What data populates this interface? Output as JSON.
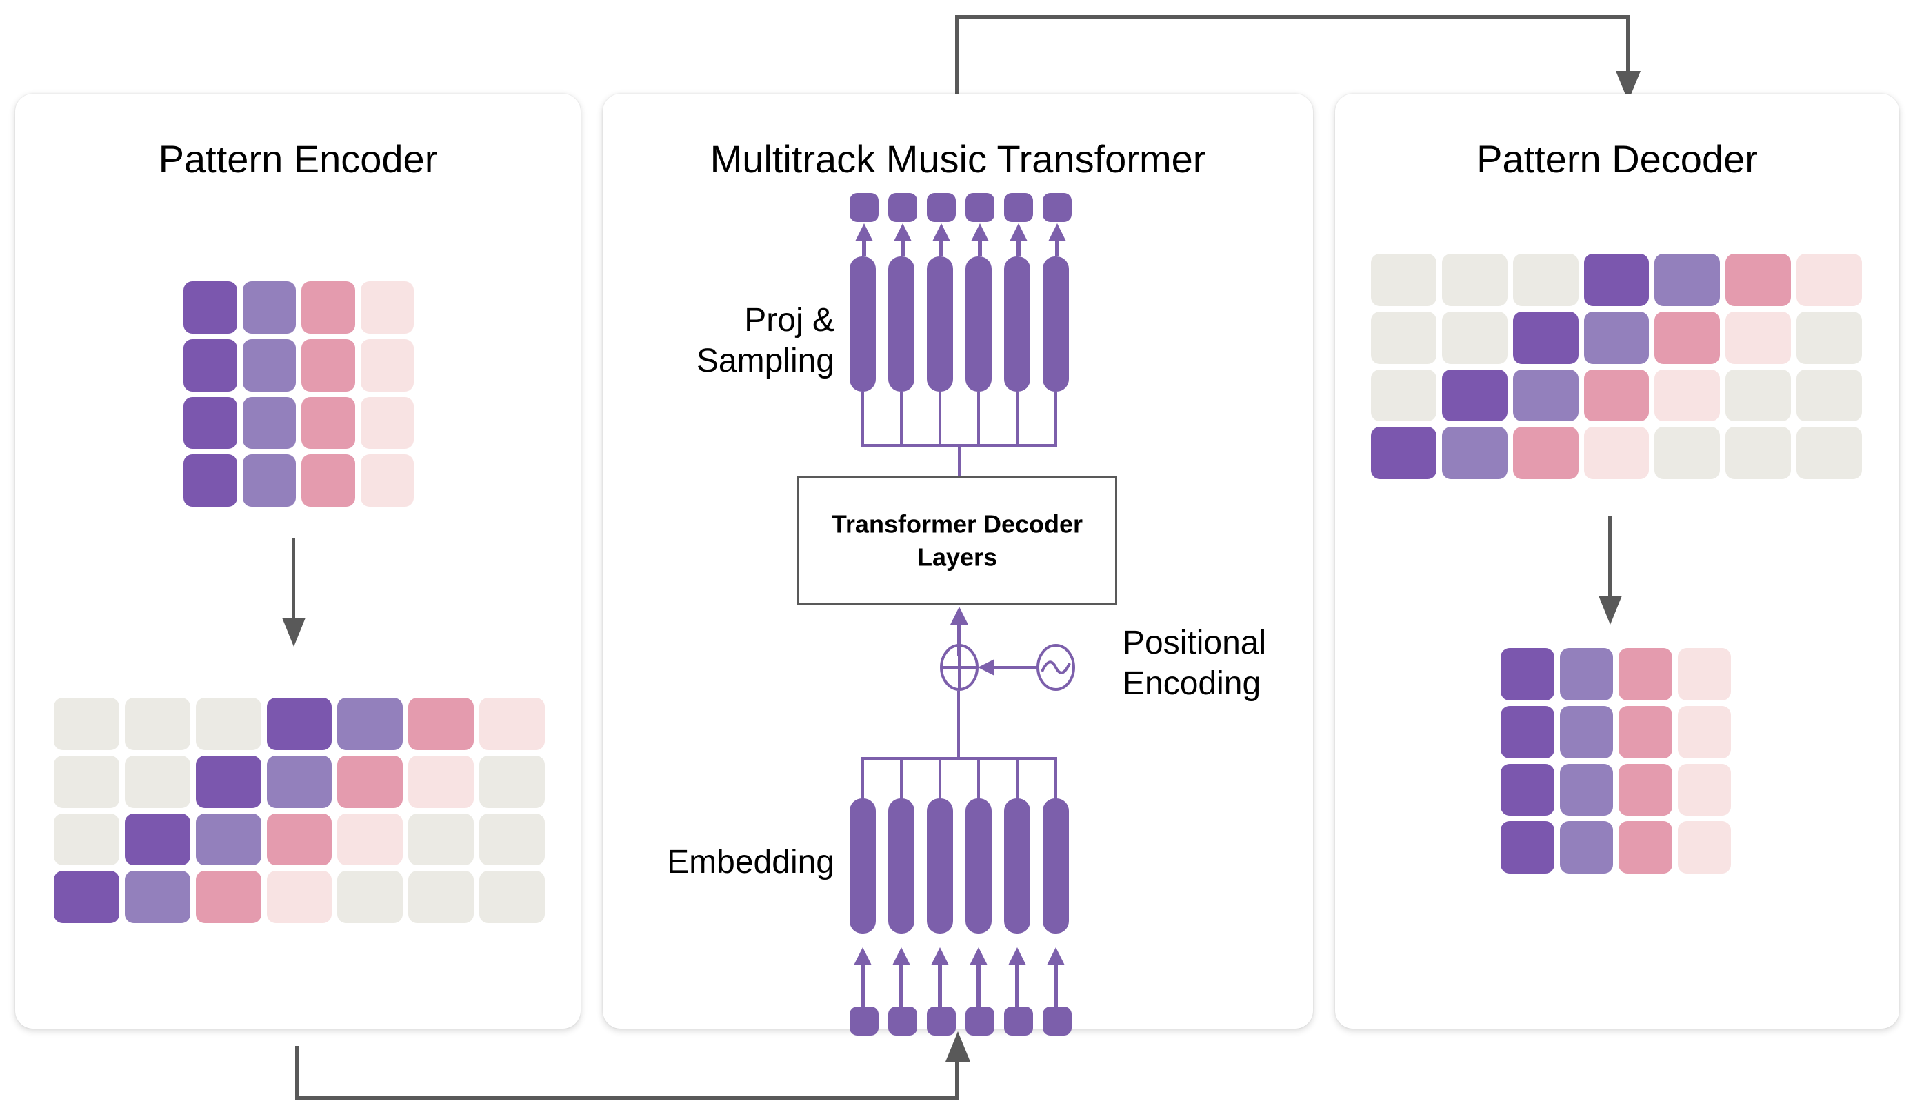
{
  "figure": {
    "title": "Multitrack Music Transformer with Pattern Encoder and Decoder",
    "palette": {
      "dark_purple": "#7b57ae",
      "medium_purple": "#9380bc",
      "pink": "#e49bae",
      "pale_pink": "#f8e3e3",
      "empty": "#ebeae4",
      "accent_purple": "#7c5fab",
      "connector_gray": "#595959",
      "card_bg": "#ffffff"
    }
  },
  "panels": {
    "encoder": {
      "title": "Pattern Encoder",
      "input_grid": {
        "name": "compact-pattern-grid",
        "rows": 4,
        "cols": 4,
        "cells": [
          [
            "dark_purple",
            "medium_purple",
            "pink",
            "pale_pink"
          ],
          [
            "dark_purple",
            "medium_purple",
            "pink",
            "pale_pink"
          ],
          [
            "dark_purple",
            "medium_purple",
            "pink",
            "pale_pink"
          ],
          [
            "dark_purple",
            "medium_purple",
            "pink",
            "pale_pink"
          ]
        ]
      },
      "output_grid": {
        "name": "expanded-staircase-grid",
        "rows": 4,
        "cols": 7,
        "cells": [
          [
            "empty",
            "empty",
            "empty",
            "dark_purple",
            "medium_purple",
            "pink",
            "pale_pink"
          ],
          [
            "empty",
            "empty",
            "dark_purple",
            "medium_purple",
            "pink",
            "pale_pink",
            "empty"
          ],
          [
            "empty",
            "dark_purple",
            "medium_purple",
            "pink",
            "pale_pink",
            "empty",
            "empty"
          ],
          [
            "dark_purple",
            "medium_purple",
            "pink",
            "pale_pink",
            "empty",
            "empty",
            "empty"
          ]
        ]
      },
      "arrow": "down-arrow-encoder"
    },
    "mmt": {
      "title": "Multitrack Music Transformer",
      "proj_label": "Proj &\nSampling",
      "embedding_label": "Embedding",
      "positional_label": "Positional\nEncoding",
      "decoder_box_label": "Transformer\nDecoder Layers",
      "output_tokens": 6,
      "proj_bars": 6,
      "embedding_bars": 6,
      "input_tokens": 6
    },
    "decoder": {
      "title": "Pattern Decoder",
      "input_grid": {
        "name": "expanded-staircase-grid",
        "rows": 4,
        "cols": 7,
        "cells": [
          [
            "empty",
            "empty",
            "empty",
            "dark_purple",
            "medium_purple",
            "pink",
            "pale_pink"
          ],
          [
            "empty",
            "empty",
            "dark_purple",
            "medium_purple",
            "pink",
            "pale_pink",
            "empty"
          ],
          [
            "empty",
            "dark_purple",
            "medium_purple",
            "pink",
            "pale_pink",
            "empty",
            "empty"
          ],
          [
            "dark_purple",
            "medium_purple",
            "pink",
            "pale_pink",
            "empty",
            "empty",
            "empty"
          ]
        ]
      },
      "output_grid": {
        "name": "compact-pattern-grid",
        "rows": 4,
        "cols": 4,
        "cells": [
          [
            "dark_purple",
            "medium_purple",
            "pink",
            "pale_pink"
          ],
          [
            "dark_purple",
            "medium_purple",
            "pink",
            "pale_pink"
          ],
          [
            "dark_purple",
            "medium_purple",
            "pink",
            "pale_pink"
          ],
          [
            "dark_purple",
            "medium_purple",
            "pink",
            "pale_pink"
          ]
        ]
      },
      "arrow": "down-arrow-decoder"
    }
  },
  "connectors": {
    "top": {
      "name": "mmt-output-to-pattern-decoder",
      "direction": "right-then-down"
    },
    "bottom": {
      "name": "pattern-encoder-to-mmt-input",
      "direction": "right-then-up"
    }
  }
}
